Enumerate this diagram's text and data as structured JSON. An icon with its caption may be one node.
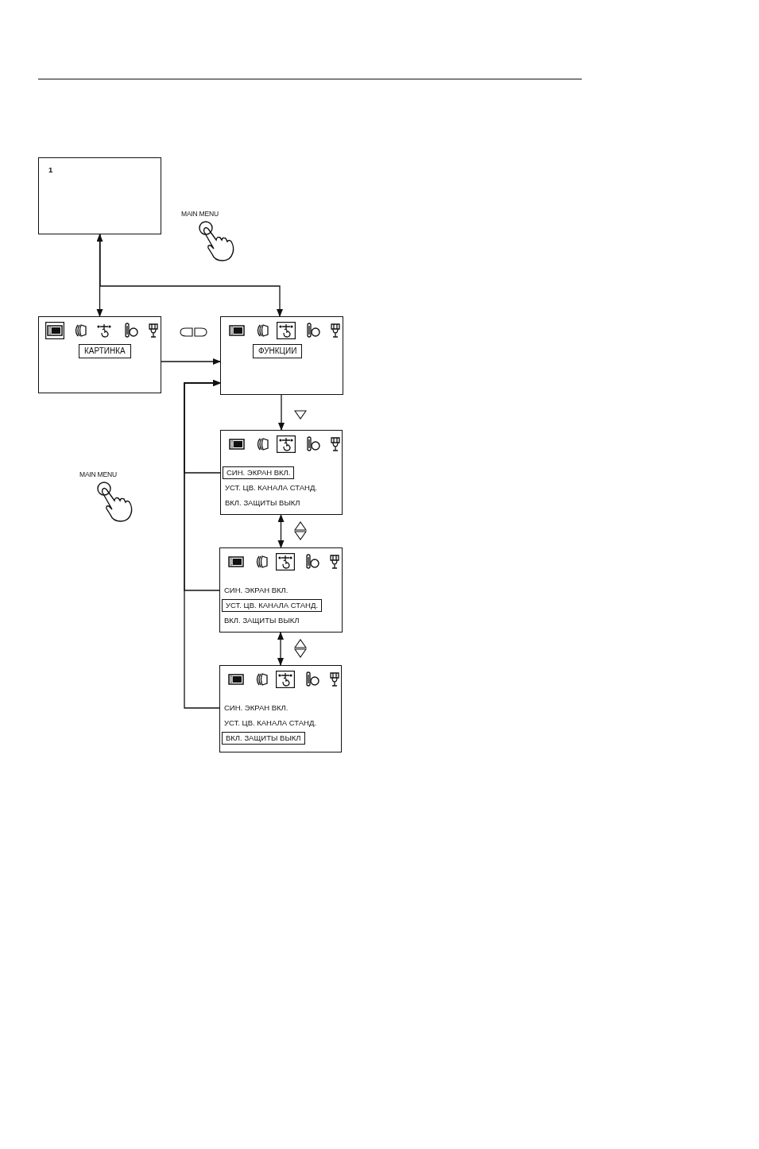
{
  "diagram": {
    "nodes": [
      {
        "text": [
          "1"
        ]
      },
      {
        "text": [],
        "shape": "box"
      },
      {
        "text": [
          "КАРТИНКА"
        ],
        "in": 1
      },
      {
        "text": [],
        "shape": "box"
      },
      {
        "text": [
          "ФУНКЦИИ"
        ],
        "in": 3
      },
      {
        "text": [
          "УСТ. ЦВ. КАНАЛА СТАНД.",
          "ВКЛ. ЗАЩИТЫ ВЫКЛ"
        ]
      },
      {
        "text": [
          "СИН. ЭКРАН ВКЛ."
        ],
        "in": 5
      },
      {
        "text": [
          "СИН. ЭКРАН ВКЛ.",
          "ВКЛ. ЗАЩИТЫ ВЫКЛ"
        ]
      },
      {
        "text": [
          "УСТ. ЦВ. КАНАЛА СТАНД."
        ],
        "in": 7
      },
      {
        "text": [
          "СИН. ЭКРАН ВКЛ.",
          "УСТ. ЦВ. КАНАЛА СТАНД."
        ]
      },
      {
        "text": [
          "ВКЛ. ЗАЩИТЫ ВЫКЛ"
        ],
        "in": 9
      }
    ],
    "edges": [
      {
        "from": 0,
        "to": 1,
        "arrow": "both"
      },
      {
        "from": 0,
        "to": 3,
        "arrow": "to"
      },
      {
        "from": 1,
        "to": 3,
        "arrow": "to"
      },
      {
        "from": 5,
        "to": 3,
        "arrow": "to"
      },
      {
        "from": 7,
        "to": 3,
        "arrow": "to"
      },
      {
        "from": 9,
        "to": 3,
        "arrow": "to"
      },
      {
        "from": 3,
        "to": 5,
        "arrow": "to"
      },
      {
        "from": 5,
        "to": 7,
        "arrow": "both"
      },
      {
        "from": 7,
        "to": 9,
        "arrow": "both"
      }
    ],
    "labels": [
      "MAIN MENU",
      "MAIN MENU"
    ]
  }
}
